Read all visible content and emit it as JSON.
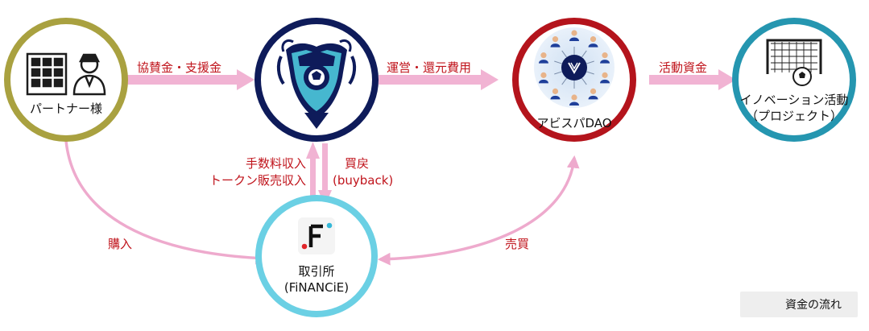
{
  "nodes": {
    "partner": {
      "label": "パートナー様",
      "ring_color": "#a9a140"
    },
    "club": {
      "ring_color": "#0e1b5a"
    },
    "dao": {
      "label": "アビスパDAO",
      "ring_color": "#b4141c"
    },
    "innovation": {
      "label_line1": "イノベーション活動",
      "label_line2": "（プロジェクト）",
      "ring_color": "#2596b0"
    },
    "exchange": {
      "label_line1": "取引所",
      "label_line2": "(FiNANCiE)",
      "ring_color": "#6bd0e4"
    }
  },
  "edges": {
    "sponsorship": "協賛金・支援金",
    "operation": "運営・還元費用",
    "activity_funds": "活動資金",
    "fee_line1": "手数料収入",
    "fee_line2": "トークン販売収入",
    "buyback_line1": "買戻",
    "buyback_line2": "(buyback)",
    "purchase": "購入",
    "trade": "売買"
  },
  "legend": {
    "label": "資金の流れ"
  },
  "colors": {
    "arrow": "#f1b3d3",
    "arrow_stroke": "#e9a0c6",
    "label": "#c0141c"
  }
}
